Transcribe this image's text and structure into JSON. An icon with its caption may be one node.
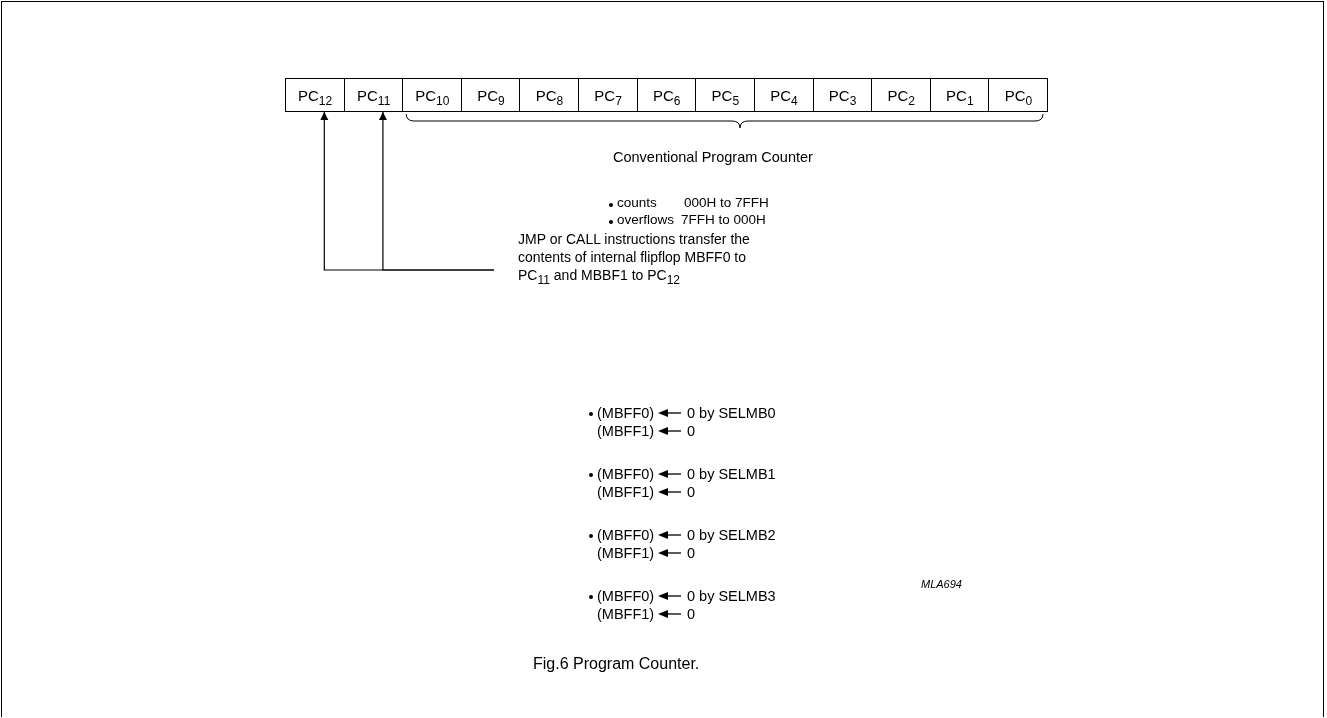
{
  "diagram": {
    "caption": "Fig.6  Program Counter.",
    "nodes": [
      {
        "text": [
          "PC$_{12}$"
        ]
      },
      {
        "text": [
          "PC$_{11}$"
        ]
      },
      {
        "text": [
          "PC$_{10}$"
        ]
      },
      {
        "text": [
          "PC$_{9}$"
        ]
      },
      {
        "text": [
          "PC$_{8}$"
        ]
      },
      {
        "text": [
          "PC$_{7}$"
        ]
      },
      {
        "text": [
          "PC$_{6}$"
        ]
      },
      {
        "text": [
          "PC$_{5}$"
        ]
      },
      {
        "text": [
          "PC$_{4}$"
        ]
      },
      {
        "text": [
          "PC$_{3}$"
        ]
      },
      {
        "text": [
          "PC$_{2}$"
        ]
      },
      {
        "text": [
          "PC$_{1}$"
        ]
      },
      {
        "text": [
          "PC$_{0}$"
        ]
      },
      {
        "text": [
          "JMP or CALL instructions transfer the contents of internal flipflop MBFF0 to PC$_{11}$ and MBBF1 to PC$_{12}$"
        ]
      }
    ],
    "edges": [
      {
        "from": 13,
        "to": 0,
        "arrow": "to"
      },
      {
        "from": 13,
        "to": 1,
        "arrow": "to"
      }
    ],
    "labels": [
      "Conventional Program Counter",
      "counts",
      "000H to 7FFH",
      "overflows",
      "7FFH to 000H",
      "(MBFF0)",
      "0 by SELMB0",
      "(MBFF1)",
      "0",
      "(MBFF0)",
      "0 by SELMB1",
      "(MBFF1)",
      "0",
      "(MBFF0)",
      "0 by SELMB2",
      "(MBFF1)",
      "0",
      "(MBFF0)",
      "0 by SELMB3",
      "(MBFF1)",
      "0",
      "MLA694"
    ]
  }
}
